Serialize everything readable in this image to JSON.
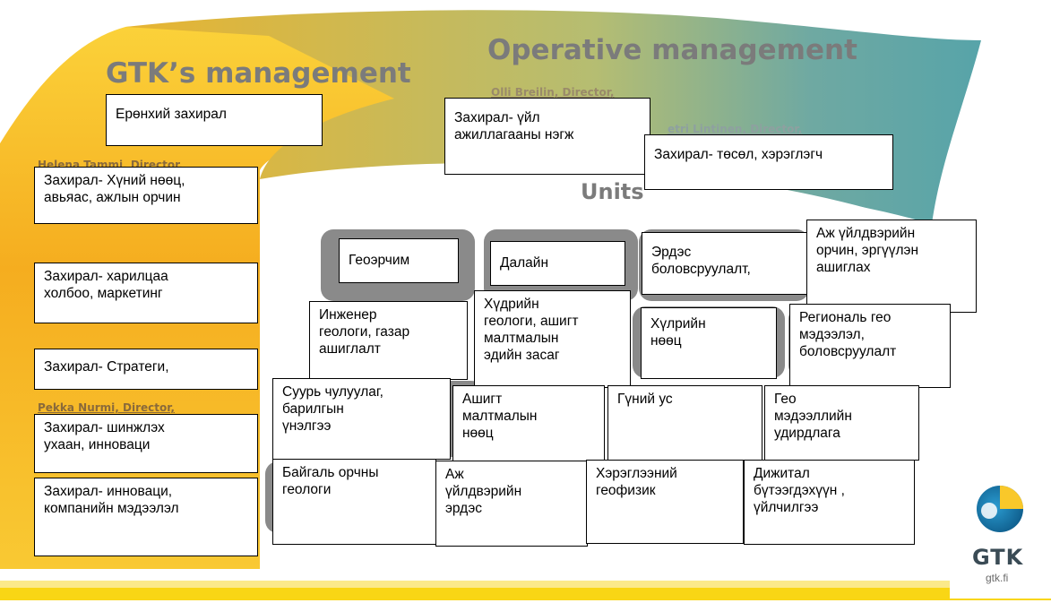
{
  "headings": {
    "gtk_management": "GTK’s management",
    "operative_management": "Operative management",
    "units": "Units"
  },
  "faded_names": {
    "olli": "Olli Breilin, Director,",
    "petri": "etri Lintinen, Director,",
    "helena": "Helena Tammi, Director,",
    "pekka": "Pekka Nurmi, Director,"
  },
  "management_boxes": [
    "Ерөнхий захирал",
    "Захирал- Хүний нөөц,\nавьяас, ажлын орчин",
    "Захирал- харилцаа\nхолбоо, маркетинг",
    "Захирал- Стратеги,",
    "Захирал- шинжлэх\nухаан, инноваци",
    "Захирал- инноваци,\nкомпанийн мэдээлэл"
  ],
  "operative_boxes": [
    "Захирал- үйл\nажиллагааны нэгж",
    "Захирал- төсөл, хэрэглэгч"
  ],
  "unit_boxes": [
    "Геоэрчим",
    "Далайн",
    "Эрдэс\nболовсруулалт,",
    "Аж үйлдвэрийн\nорчин, эргүүлэн\nашиглах",
    "Инженер\nгеологи, газар\nашиглалт",
    "Хүдрийн\nгеологи, ашигт\nмалтмалын\nэдийн засаг",
    "Хүлрийн\nнөөц",
    "Региональ гео\nмэдээлэл,\nболовсруулалт",
    "Суурь чулуулаг,\nбарилгын\nүнэлгээ",
    "Ашигт\nмалтмалын\nнөөц",
    "Гүний ус",
    "Гео\nмэдээллийн\nудирдлага",
    "Байгаль орчны\nгеологи",
    "Аж\nүйлдвэрийн\nэрдэс",
    "Хэрэглээний\nгеофизик",
    "Дижитал\nбүтээгдэхүүн ,\nүйлчилгээ"
  ],
  "logo": {
    "brand": "GTK",
    "url": "gtk.fi"
  },
  "colors": {
    "orange": "#f2a81d",
    "yellow": "#f9d615",
    "teal": "#5aa6a8",
    "gray_tile": "#8a8a8a",
    "heading_gray": "#7b7b7b"
  }
}
